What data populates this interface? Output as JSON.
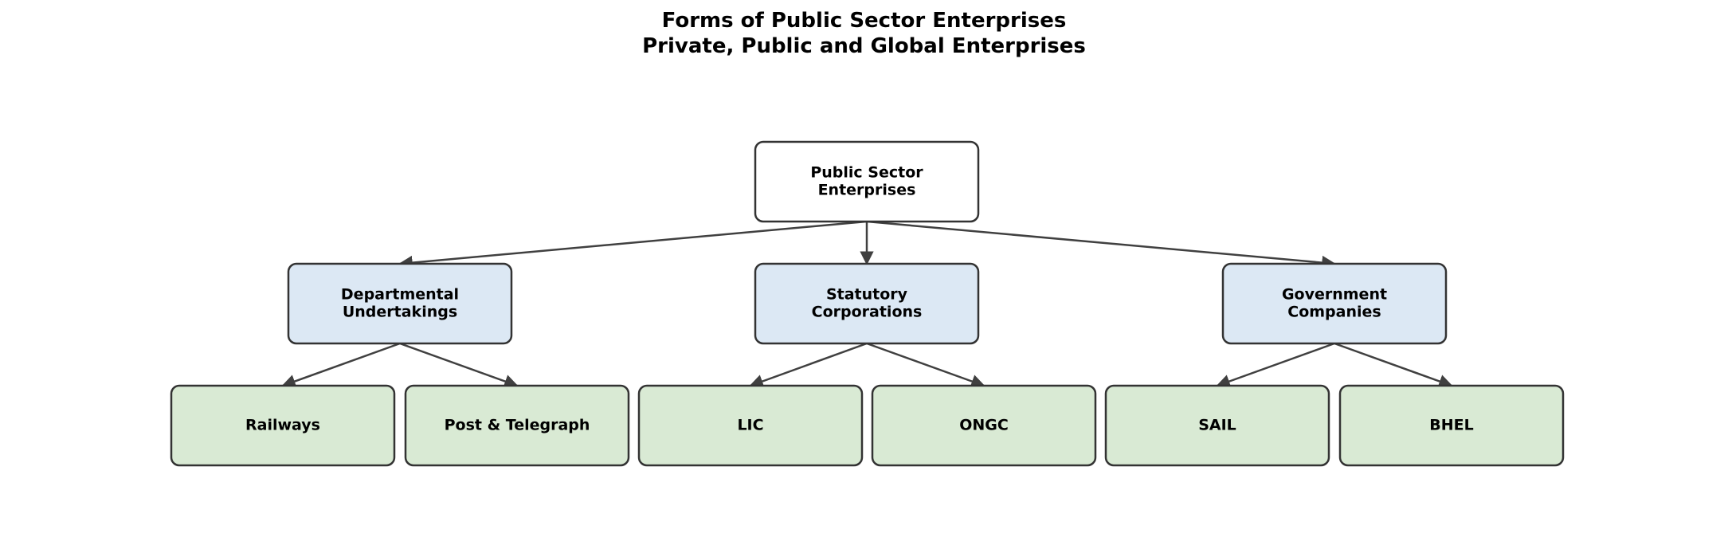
{
  "title": {
    "line1": "Forms of Public Sector Enterprises",
    "line2": "Private, Public and Global Enterprises"
  },
  "colors": {
    "root_fill": "#ffffff",
    "level1_fill": "#dce8f4",
    "level2_fill": "#d9ead4",
    "border": "#333333",
    "edge": "#404040"
  },
  "tree": {
    "id": "root",
    "lines": [
      "Public Sector",
      "Enterprises"
    ],
    "children": [
      {
        "id": "departmental",
        "lines": [
          "Departmental",
          "Undertakings"
        ],
        "children": [
          {
            "id": "railways",
            "lines": [
              "Railways"
            ]
          },
          {
            "id": "post-telegraph",
            "lines": [
              "Post & Telegraph"
            ]
          }
        ]
      },
      {
        "id": "statutory",
        "lines": [
          "Statutory",
          "Corporations"
        ],
        "children": [
          {
            "id": "lic",
            "lines": [
              "LIC"
            ]
          },
          {
            "id": "ongc",
            "lines": [
              "ONGC"
            ]
          }
        ]
      },
      {
        "id": "government",
        "lines": [
          "Government",
          "Companies"
        ],
        "children": [
          {
            "id": "sail",
            "lines": [
              "SAIL"
            ]
          },
          {
            "id": "bhel",
            "lines": [
              "BHEL"
            ]
          }
        ]
      }
    ]
  }
}
